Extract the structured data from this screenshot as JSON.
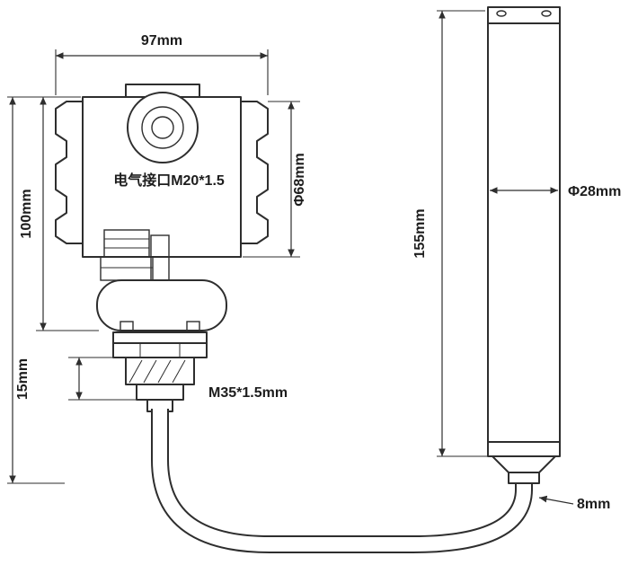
{
  "diagram": {
    "type": "dimension-drawing",
    "labels": {
      "width_top": "97mm",
      "height_housing": "100mm",
      "housing_diameter": "Φ68mm",
      "electrical_interface": "电气接口M20*1.5",
      "thread_length": "15mm",
      "thread_spec": "M35*1.5mm",
      "probe_length": "155mm",
      "probe_diameter": "Φ28mm",
      "cable_diameter": "8mm"
    },
    "colors": {
      "line": "#2e2e2e",
      "text": "#1d1d1d",
      "background": "#ffffff"
    }
  }
}
